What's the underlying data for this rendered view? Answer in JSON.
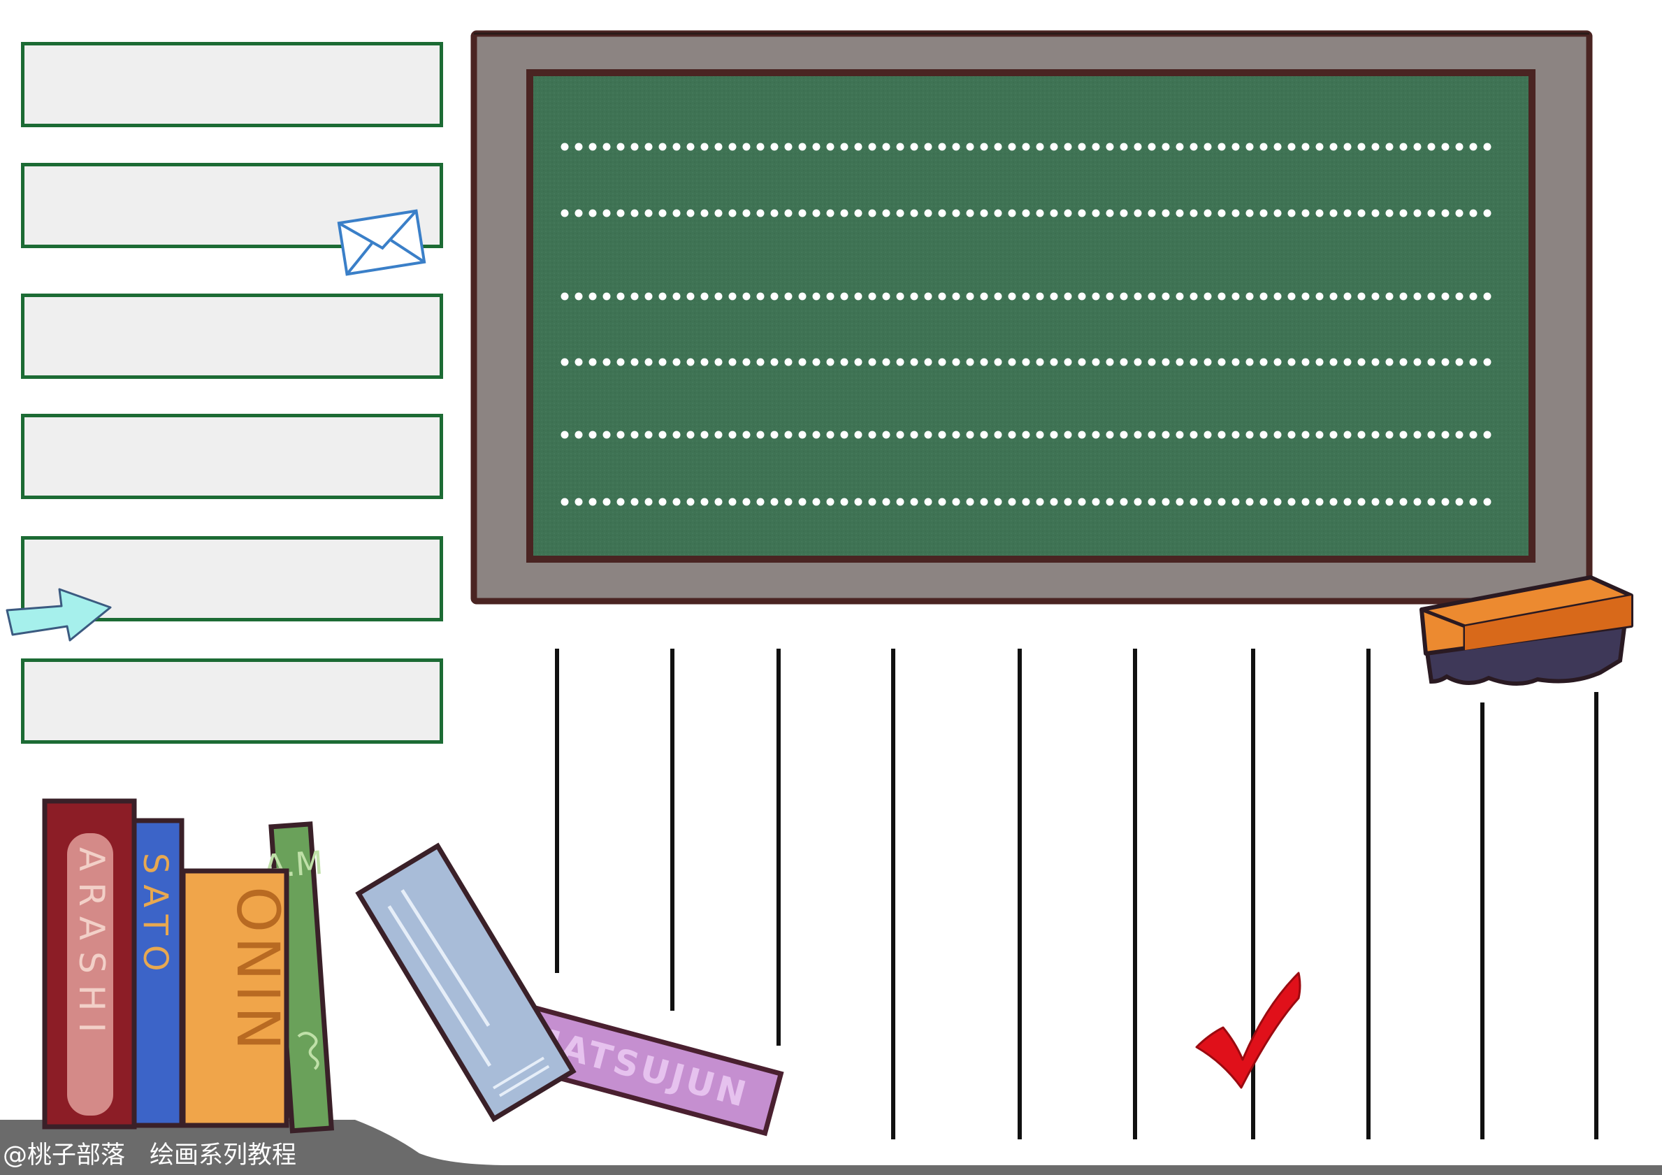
{
  "colors": {
    "slot_border": "#1c6b34",
    "slot_fill": "#efefef",
    "board_frame": "#8c8482",
    "board_surface": "#3f7354",
    "eraser_top": "#ec8a30",
    "eraser_bottom": "#3e3858",
    "check_mark": "#e0101a",
    "footer_band": "#6b6b6b"
  },
  "slots": [
    {
      "id": 1
    },
    {
      "id": 2
    },
    {
      "id": 3
    },
    {
      "id": 4
    },
    {
      "id": 5
    },
    {
      "id": 6
    }
  ],
  "blackboard": {
    "dotted_rows": 6
  },
  "writing_lines": {
    "count": 10
  },
  "books": [
    {
      "label": "ARASHI",
      "color": "#8c1d26"
    },
    {
      "label": "SATO",
      "color": "#3c64c8"
    },
    {
      "label": "ONIN",
      "color": "#f0a54a"
    },
    {
      "label": "A.M",
      "color": "#6aa15a"
    },
    {
      "label": "",
      "color": "#a8bcd8"
    },
    {
      "label": "MATSUJUN",
      "color": "#c58fd0"
    }
  ],
  "icons": [
    "envelope-icon",
    "arrow-right-icon",
    "check-mark-icon",
    "eraser-icon"
  ],
  "watermark": "@桃子部落　绘画系列教程"
}
